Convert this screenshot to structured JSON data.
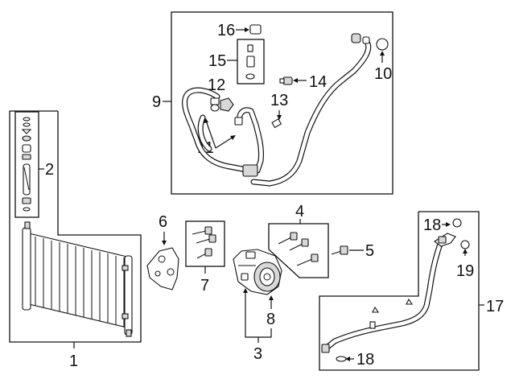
{
  "diagram": {
    "callouts": {
      "c1": "1",
      "c2": "2",
      "c3": "3",
      "c4": "4",
      "c5": "5",
      "c6": "6",
      "c7": "7",
      "c8": "8",
      "c9": "9",
      "c10": "10",
      "c11": "11",
      "c12": "12",
      "c13": "13",
      "c14": "14",
      "c15": "15",
      "c16": "16",
      "c17": "17",
      "c18a": "18",
      "c18b": "18",
      "c19": "19"
    },
    "colors": {
      "line": "#111111",
      "background": "#ffffff",
      "shade": "#d8d8d8"
    }
  }
}
